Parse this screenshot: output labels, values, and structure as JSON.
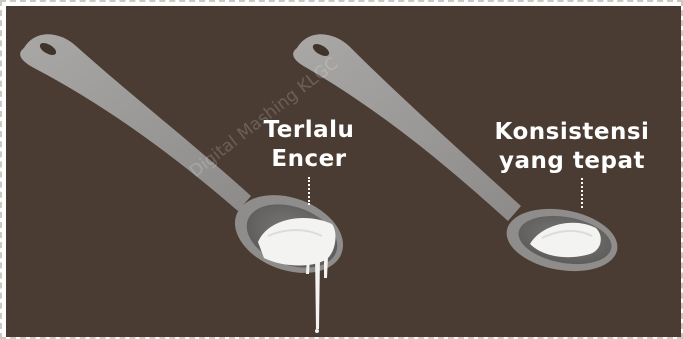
{
  "labels": {
    "left": [
      "Terlalu",
      "Encer"
    ],
    "right": [
      "Konsistensi",
      "yang tepat"
    ]
  },
  "watermark": "Digital Mashing KLGC",
  "icons": {
    "left_spoon": "spoon-dripping-icon",
    "right_spoon": "spoon-firm-icon"
  },
  "colors": {
    "background": "#4a3c33",
    "spoon": "#9c9b99",
    "spoon_shade": "#6e6c6a",
    "filling": "#f4f4f2",
    "text": "#ffffff"
  }
}
